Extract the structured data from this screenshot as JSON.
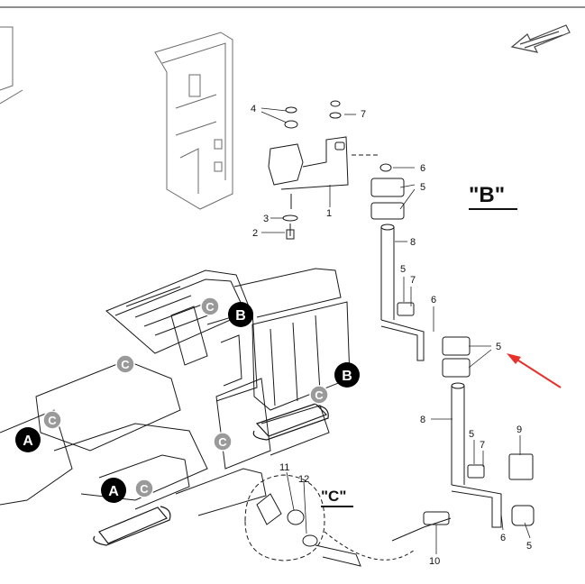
{
  "section_labels": {
    "b": "\"B\"",
    "c": "\"C\""
  },
  "markers": {
    "a": "A",
    "b": "B",
    "c": "C"
  },
  "callouts": {
    "p1": "1",
    "p2": "2",
    "p3": "3",
    "p4": "4",
    "p6_top": "6",
    "p7_top": "7",
    "p5_top": "5",
    "p8_top": "8",
    "p5_mid_left": "5",
    "p7_mid": "7",
    "p6_mid": "6",
    "p5_mid_right": "5",
    "p8_low": "8",
    "p9": "9",
    "p5_low_left": "5",
    "p7_low": "7",
    "p6_low": "6",
    "p5_low_right": "5",
    "p10": "10",
    "p11": "11",
    "p12": "12"
  },
  "colors": {
    "line": "#1a1a1a",
    "grey_line": "#6b6b6b",
    "badge_grey": "#9a9a9a",
    "badge_black": "#000000",
    "arrow_red": "#e8312a"
  }
}
